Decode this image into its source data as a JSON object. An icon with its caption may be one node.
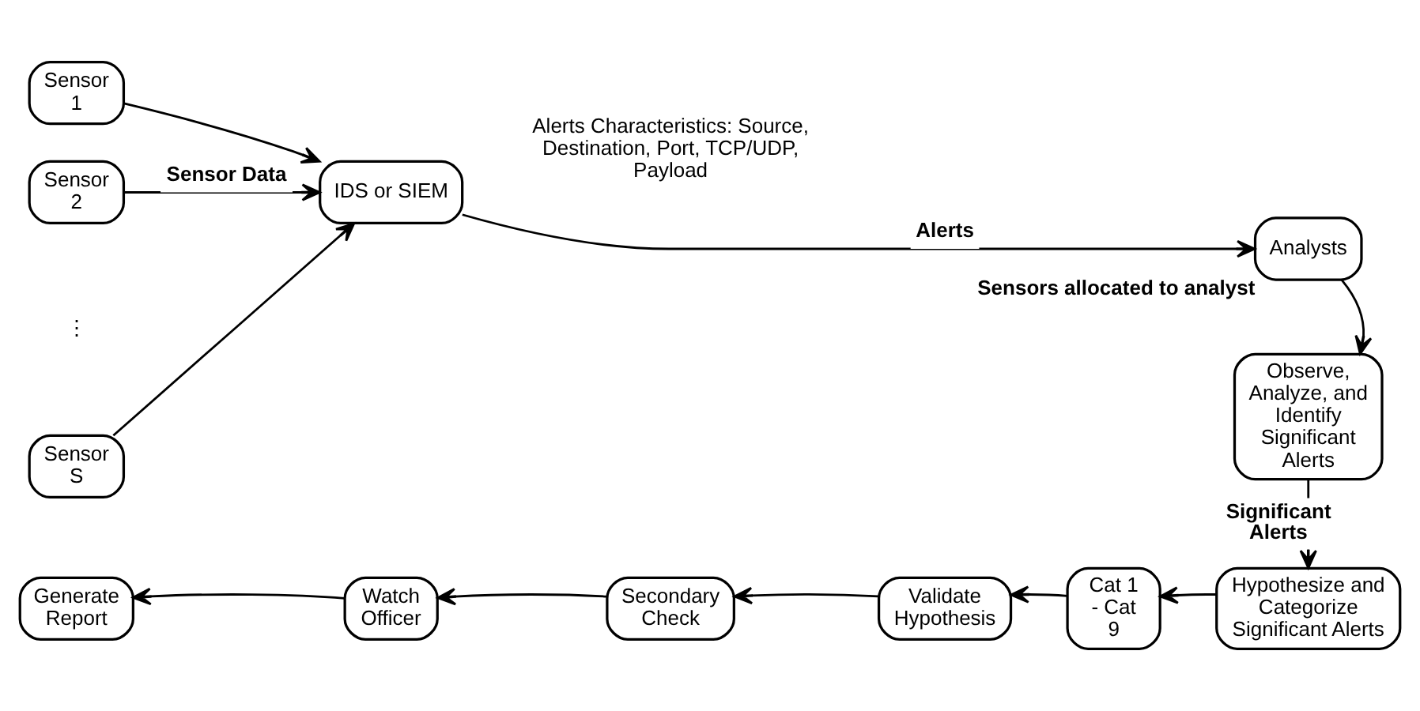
{
  "diagram": {
    "nodes": [
      {
        "text": [
          "Sensor 1"
        ]
      },
      {
        "text": [
          "Sensor 2"
        ]
      },
      {
        "text": [
          "Sensor S"
        ]
      },
      {
        "text": [
          "IDS or SIEM"
        ]
      },
      {
        "text": [
          "Analysts"
        ],
        "beside": [
          "Sensors allocated to analyst"
        ]
      },
      {
        "text": [
          "Observe, Analyze, and Identify Significant Alerts"
        ]
      },
      {
        "text": [
          "Hypothesize and Categorize Significant Alerts"
        ]
      },
      {
        "text": [
          "Cat 1 - Cat 9"
        ]
      },
      {
        "text": [
          "Validate Hypothesis"
        ]
      },
      {
        "text": [
          "Secondary Check"
        ]
      },
      {
        "text": [
          "Watch Officer"
        ]
      },
      {
        "text": [
          "Generate Report"
        ]
      }
    ],
    "edges": [
      {
        "from": 0,
        "to": 3,
        "arrow": "to"
      },
      {
        "from": 1,
        "to": 3,
        "arrow": "to",
        "label": "Sensor Data"
      },
      {
        "from": 2,
        "to": 3,
        "arrow": "to"
      },
      {
        "from": 3,
        "to": 4,
        "arrow": "to",
        "label": "Alerts"
      },
      {
        "from": 4,
        "to": 5,
        "arrow": "to"
      },
      {
        "from": 5,
        "to": 6,
        "arrow": "to",
        "label": "Significant Alerts"
      },
      {
        "from": 6,
        "to": 7,
        "arrow": "to"
      },
      {
        "from": 7,
        "to": 8,
        "arrow": "to"
      },
      {
        "from": 8,
        "to": 9,
        "arrow": "to"
      },
      {
        "from": 9,
        "to": 10,
        "arrow": "to"
      },
      {
        "from": 10,
        "to": 11,
        "arrow": "to"
      }
    ],
    "labels": [
      "⋮",
      "Alerts Characteristics: Source, Destination, Port, TCP/UDP, Payload"
    ]
  }
}
